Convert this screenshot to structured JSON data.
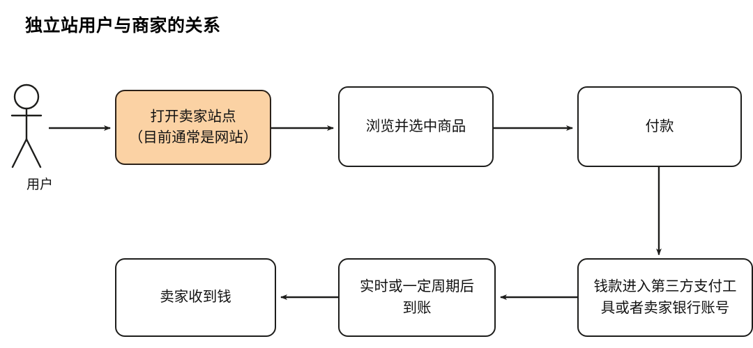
{
  "page": {
    "title": "独立站用户与商家的关系",
    "background_color": "#ffffff",
    "stroke_color": "#1d1d1b",
    "accent_fill": "#fbd2a4"
  },
  "actor": {
    "icon": "stick-figure-actor-icon",
    "label": "用户"
  },
  "nodes": [
    {
      "id": "open-site",
      "label": "打开卖家站点\n（目前通常是网站）",
      "highlighted": true,
      "fill": "#fbd2a4"
    },
    {
      "id": "browse",
      "label": "浏览并选中商品",
      "highlighted": false,
      "fill": "#ffffff"
    },
    {
      "id": "pay",
      "label": "付款",
      "highlighted": false,
      "fill": "#ffffff"
    },
    {
      "id": "funds",
      "label": "钱款进入第三方支付工\n具或者卖家银行账号",
      "highlighted": false,
      "fill": "#ffffff"
    },
    {
      "id": "settle",
      "label": "实时或一定周期后\n到账",
      "highlighted": false,
      "fill": "#ffffff"
    },
    {
      "id": "seller-paid",
      "label": "卖家收到钱",
      "highlighted": false,
      "fill": "#ffffff"
    }
  ],
  "edges": [
    {
      "id": "actor-to-open-site",
      "from": "用户",
      "to": "打开卖家站点（目前通常是网站）",
      "direction": "right",
      "label": ""
    },
    {
      "id": "open-site-to-browse",
      "from": "打开卖家站点（目前通常是网站）",
      "to": "浏览并选中商品",
      "direction": "right",
      "label": ""
    },
    {
      "id": "browse-to-pay",
      "from": "浏览并选中商品",
      "to": "付款",
      "direction": "right",
      "label": ""
    },
    {
      "id": "pay-to-funds",
      "from": "付款",
      "to": "钱款进入第三方支付工具或者卖家银行账号",
      "direction": "down",
      "label": ""
    },
    {
      "id": "funds-to-settle",
      "from": "钱款进入第三方支付工具或者卖家银行账号",
      "to": "实时或一定周期后到账",
      "direction": "left",
      "label": ""
    },
    {
      "id": "settle-to-seller-paid",
      "from": "实时或一定周期后到账",
      "to": "卖家收到钱",
      "direction": "left",
      "label": ""
    }
  ],
  "chart_data": {
    "type": "diagram",
    "title": "独立站用户与商家的关系",
    "diagram_kind": "flowchart",
    "flow_order": [
      "用户",
      "打开卖家站点（目前通常是网站）",
      "浏览并选中商品",
      "付款",
      "钱款进入第三方支付工具或者卖家银行账号",
      "实时或一定周期后到账",
      "卖家收到钱"
    ]
  }
}
